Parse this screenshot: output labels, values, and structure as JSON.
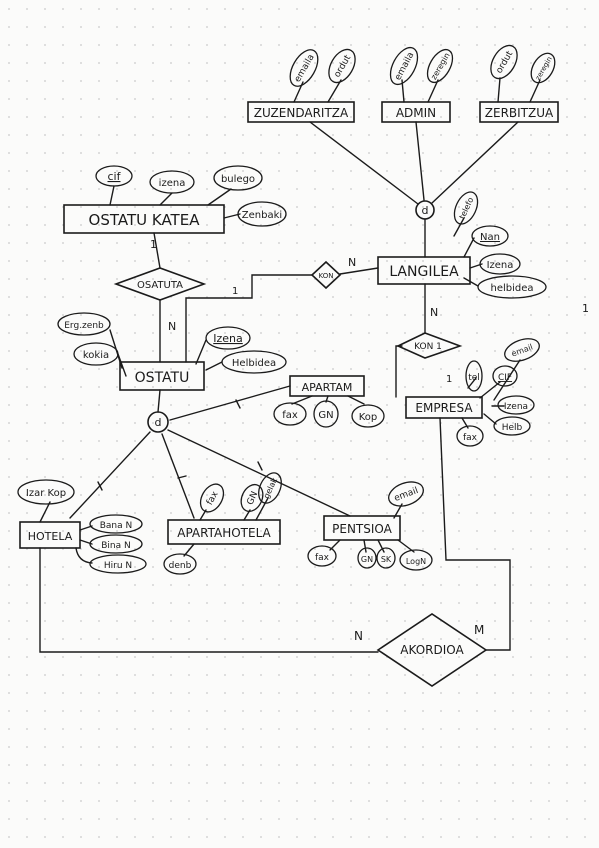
{
  "entities": {
    "zuzendaritza": "ZUZENDARITZA",
    "admin": "ADMIN",
    "zerbitzua": "ZERBITZUA",
    "ostatu_katea": "OSTATU  KATEA",
    "langilea": "LANGILEA",
    "ostatu": "OSTATU",
    "apartam": "APARTAM",
    "empresa": "EMPRESA",
    "hotela": "HOTELA",
    "apartahotela": "APARTAHOTELA",
    "pentsioa": "PENTSIOA"
  },
  "relationships": {
    "osatuta": "OSATUTA",
    "kon": "KON",
    "kon1": "KON 1",
    "akordioa": "AKORDIOA"
  },
  "attributes": {
    "zuz_emaila": "emaila",
    "zuz_ordut": "ordut",
    "adm_emaila": "emaila",
    "adm_zeregin": "zeregin",
    "zer_ordut": "ordut",
    "zer_zeregin": "zeregin",
    "ok_cif": "cif",
    "ok_izena": "izena",
    "ok_bulego": "bulego",
    "ok_zenbaki": "Zenbaki",
    "la_telefo": "telefo",
    "la_nan": "Nan",
    "la_izena": "Izena",
    "la_helbidea": "helbidea",
    "os_erregzenb": "Erg.zenb",
    "os_kokia": "kokia",
    "os_izena": "Izena",
    "os_helbidea": "Helbidea",
    "ap_fax": "fax",
    "ap_gn": "GN",
    "ap_kop": "Kop",
    "em_tel": "tel",
    "em_email": "email",
    "em_cif": "CIF",
    "em_izena": "Izena",
    "em_fax": "fax",
    "em_helb": "Helb",
    "ho_izarkop": "Izar Kop",
    "ho_bana": "Bana N",
    "ho_bina": "Bina N",
    "ho_hiru": "Hiru N",
    "aph_fax": "fax",
    "aph_gn": "GN",
    "aph_gelak": "gelak",
    "aph_denb": "denb",
    "pe_email": "email",
    "pe_fax": "fax",
    "pe_gn": "GN",
    "pe_sk": "SK",
    "pe_logn": "LogN"
  },
  "specializations": {
    "langilea_d": "d",
    "ostatu_d": "d"
  },
  "cardinalities": {
    "ok_osatuta": "1",
    "osatuta_ostatu": "N",
    "kon_langilea": "N",
    "kon_ostatu": "1",
    "langilea_kon1": "N",
    "kon1_empresa": "1",
    "hotela_akordioa": "N",
    "empresa_akordioa": "M"
  },
  "margin_mark": "1"
}
